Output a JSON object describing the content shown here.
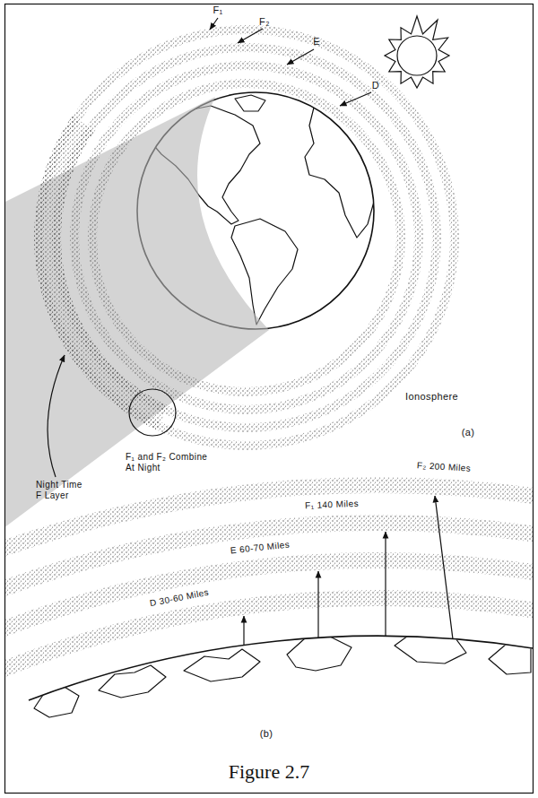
{
  "diagram": {
    "caption": "Figure 2.7",
    "labels": [
      "F₁",
      "F₂",
      "E",
      "D",
      "Ionosphere",
      "F₁ and F₂ Combine At Night",
      "(a)",
      "Night Time F Layer",
      "F₂ 200 Miles",
      "F₁ 140 Miles",
      "E 60-70 Miles",
      "D 30-60 Miles",
      "(b)"
    ]
  }
}
